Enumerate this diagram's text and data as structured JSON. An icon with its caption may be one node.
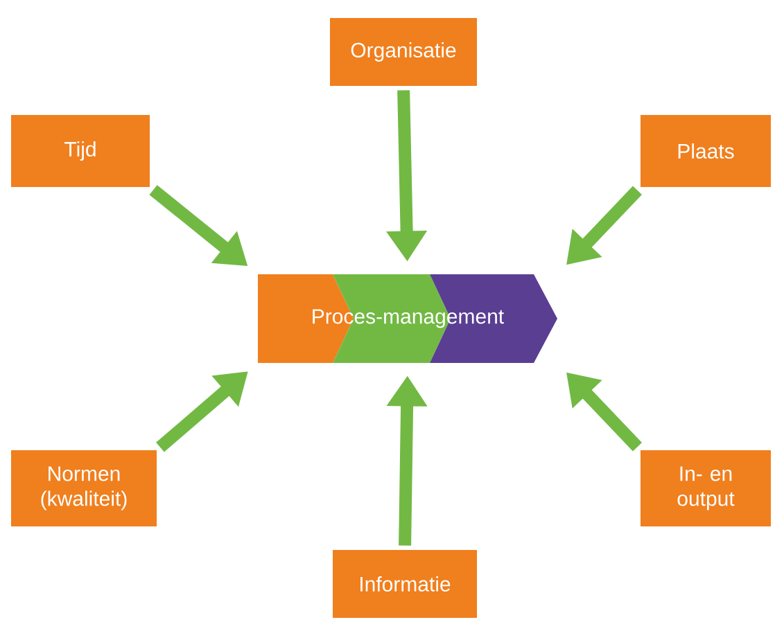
{
  "diagram": {
    "nodes": [
      {
        "text": [
          "Organisatie"
        ]
      },
      {
        "text": [
          "Tijd"
        ]
      },
      {
        "text": [
          "Plaats"
        ]
      },
      {
        "text": [
          "Proces-management"
        ]
      },
      {
        "text": [
          "Normen (kwaliteit)"
        ]
      },
      {
        "text": [
          "In- en output"
        ]
      },
      {
        "text": [
          "Informatie"
        ]
      }
    ],
    "edges": [
      {
        "from": 0,
        "to": 3,
        "arrow": "to"
      },
      {
        "from": 1,
        "to": 3,
        "arrow": "to"
      },
      {
        "from": 2,
        "to": 3,
        "arrow": "to"
      },
      {
        "from": 4,
        "to": 3,
        "arrow": "to"
      },
      {
        "from": 5,
        "to": 3,
        "arrow": "to"
      },
      {
        "from": 6,
        "to": 3,
        "arrow": "to"
      }
    ]
  }
}
